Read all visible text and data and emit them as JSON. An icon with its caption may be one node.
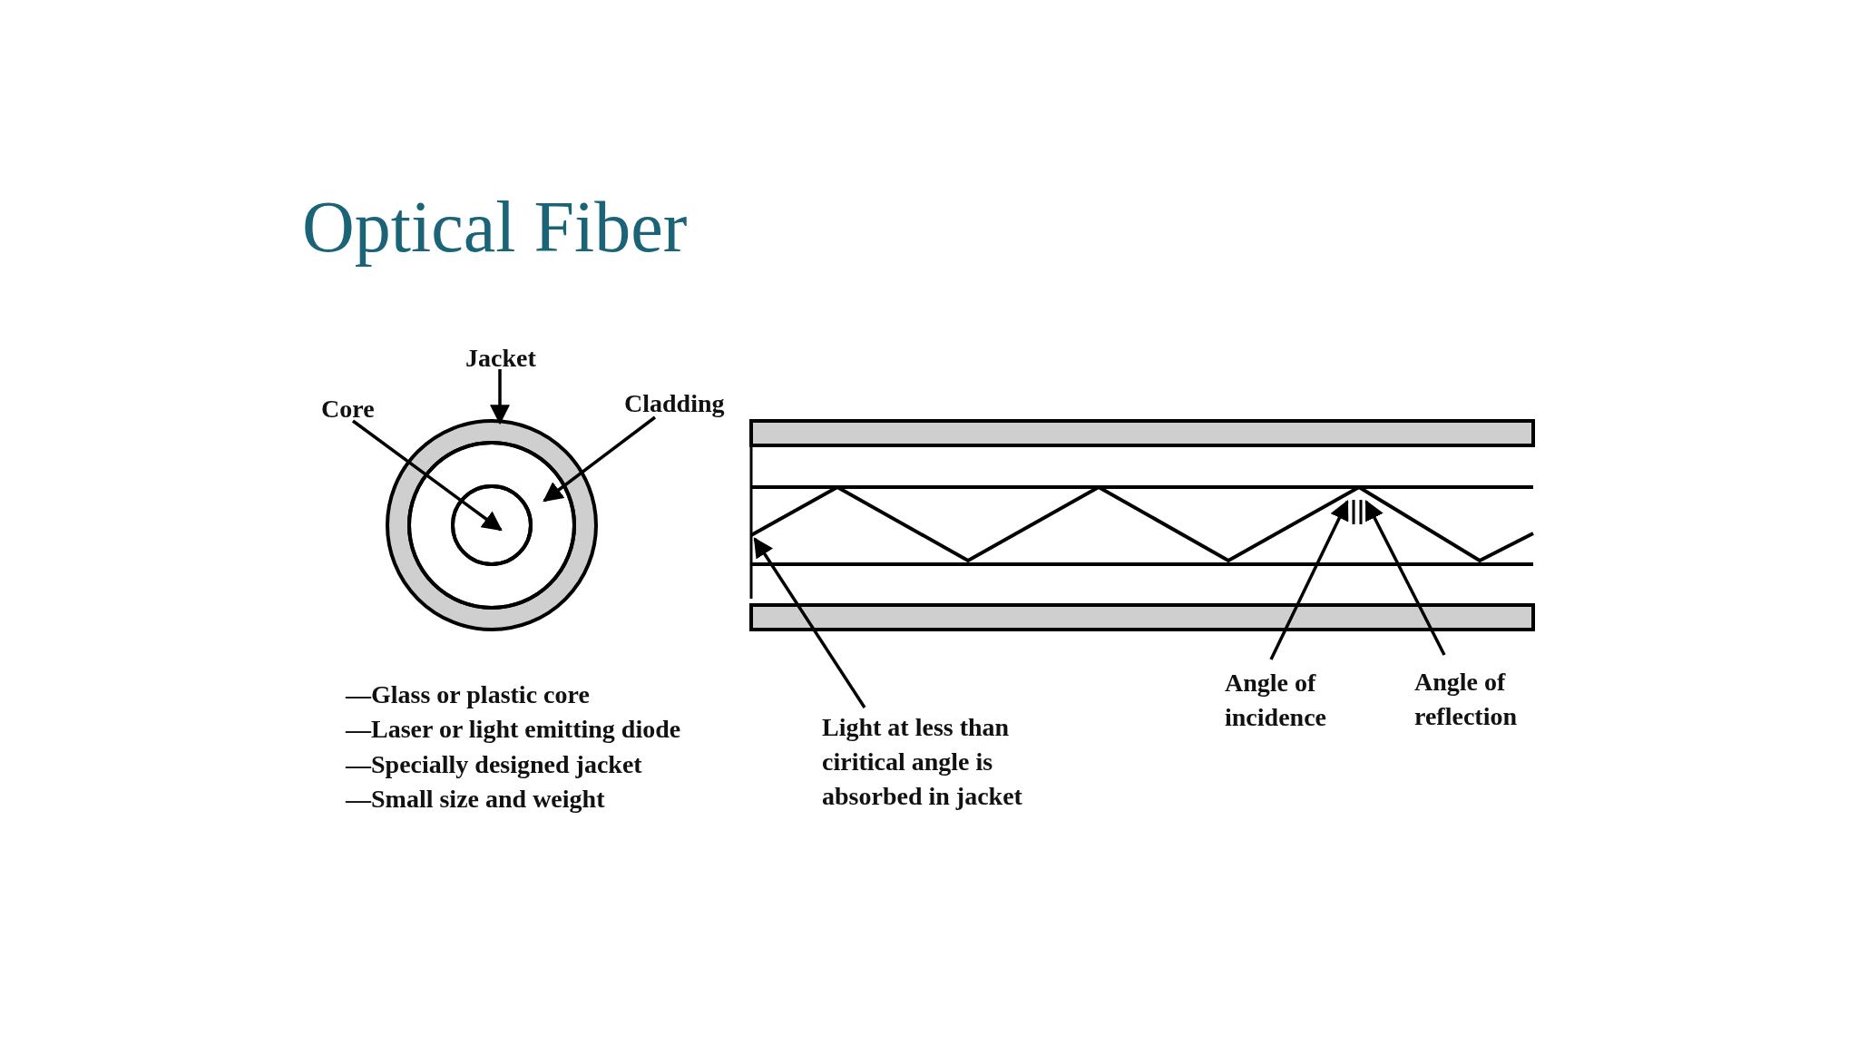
{
  "diagram": {
    "title": "Optical Fiber",
    "nodes": [
      {
        "text": [
          "Core"
        ]
      },
      {
        "text": [
          "Jacket"
        ]
      },
      {
        "text": [
          "Cladding"
        ]
      },
      {
        "text": [],
        "shape": "circle"
      },
      {
        "text": [],
        "shape": "circle",
        "in": 3
      },
      {
        "text": [],
        "shape": "circle",
        "in": 4
      },
      {
        "text": [],
        "shape": "line"
      },
      {
        "text": [
          "Light at less than ciritical angle is absorbed in jacket"
        ]
      },
      {
        "text": [
          "Angle of incidence"
        ]
      },
      {
        "text": [
          "Angle of reflection"
        ]
      }
    ],
    "edges": [
      {
        "from": 0,
        "to": 5,
        "arrow": "to"
      },
      {
        "from": 1,
        "to": 3,
        "arrow": "to"
      },
      {
        "from": 2,
        "to": 4,
        "arrow": "to"
      },
      {
        "from": 7,
        "to": 6,
        "arrow": "to"
      },
      {
        "from": 8,
        "to": 6,
        "arrow": "to"
      },
      {
        "from": 9,
        "to": 6,
        "arrow": "to"
      }
    ],
    "labels": [
      "—Glass or plastic core",
      "—Laser or light emitting diode",
      "—Specially designed jacket",
      "—Small size and weight"
    ]
  }
}
